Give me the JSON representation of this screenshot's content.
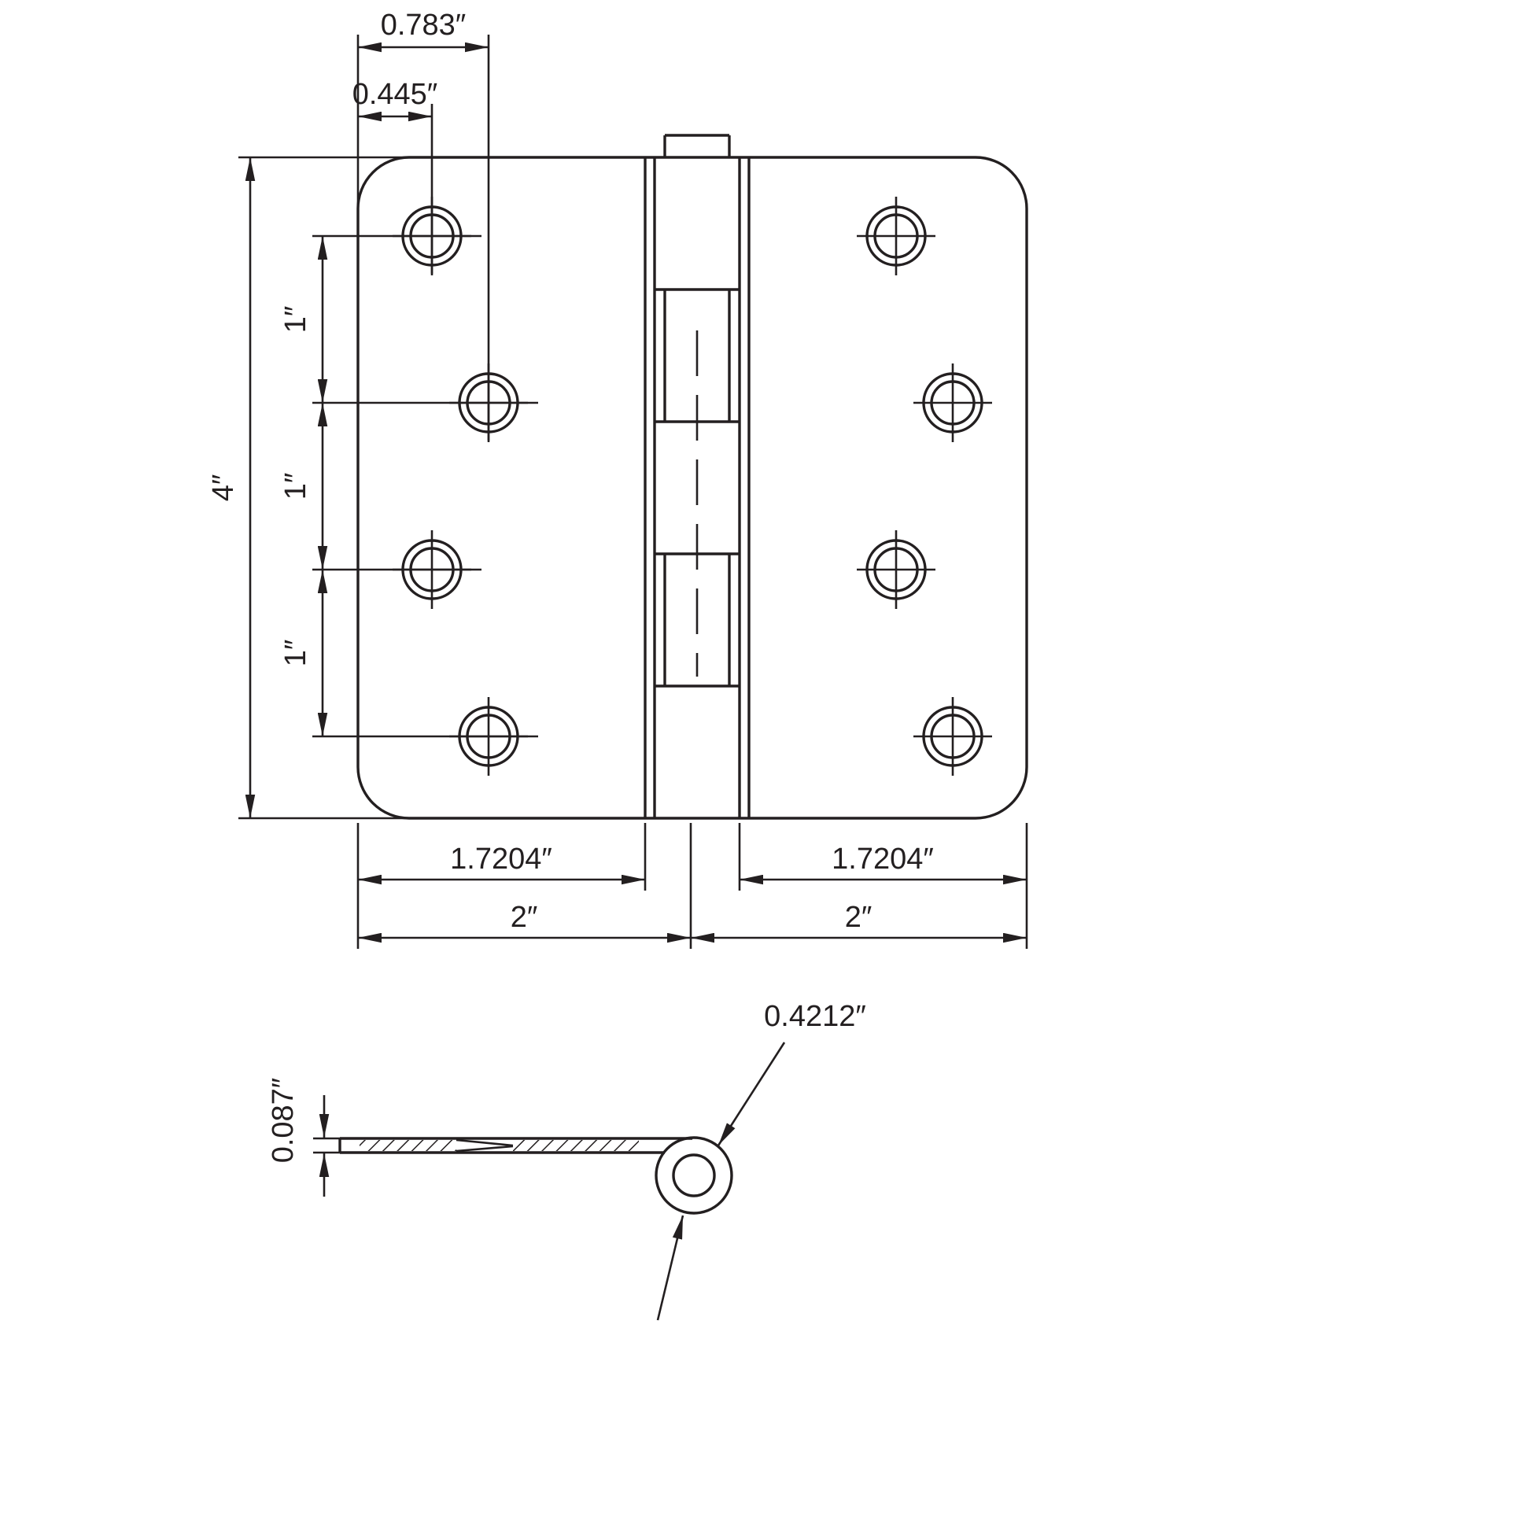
{
  "drawing": {
    "background": "#ffffff",
    "line_color": "#231f20",
    "subject": "door hinge dimensional drawing"
  },
  "front_view": {
    "dims": {
      "col2_offset": "0.783″",
      "col1_offset": "0.445″",
      "height": "4″",
      "pitch1": "1″",
      "pitch2": "1″",
      "pitch3": "1″",
      "left_leaf": "1.7204″",
      "right_leaf": "1.7204″",
      "left_half": "2″",
      "right_half": "2″"
    }
  },
  "side_view": {
    "dims": {
      "thickness": "0.087″",
      "barrel_diameter": "0.4212″"
    }
  }
}
